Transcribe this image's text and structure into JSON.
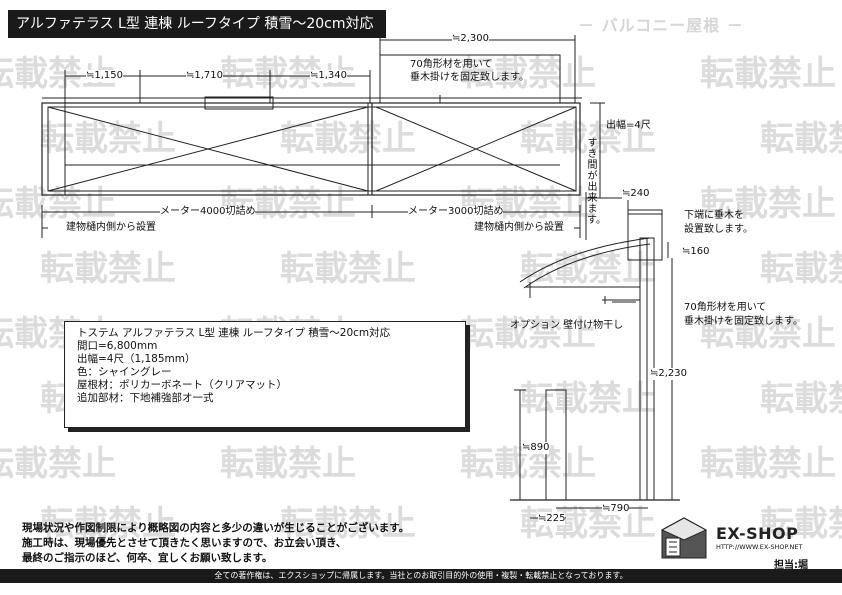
{
  "header": {
    "title": "アルファテラス L型 連棟 ルーフタイプ 積雪〜20cm対応",
    "section": "－ バルコニー屋根 －"
  },
  "watermark": {
    "text": "転載禁止"
  },
  "plan": {
    "dims": {
      "width_top": "≒2,300",
      "a": "≒1,150",
      "b": "≒1,710",
      "c": "≒1,340",
      "depth": "出幅=4尺",
      "gap": "≒240"
    },
    "note_top": [
      "70角形材を用いて",
      "垂木掛けを固定致します。"
    ],
    "gap_note": "すき間が出来ます。",
    "meter_left": "メーター4000切詰め",
    "meter_right": "メーター3000切詰め",
    "install_left": "建物樋内側から設置",
    "install_right": "建物樋内側から設置"
  },
  "side": {
    "note_top": [
      "下端に垂木を",
      "設置致します。"
    ],
    "dim_160": "≒160",
    "note_70": [
      "70角形材を用いて",
      "垂木掛けを固定致します。"
    ],
    "option": "オプション 壁付け物干し",
    "dim_2230": "≒2,230",
    "dim_890": "≒890",
    "dim_790": "≒790",
    "dim_225": "≒225"
  },
  "spec": {
    "lines": [
      "トステム アルファテラス L型 連棟 ルーフタイプ 積雪〜20cm対応",
      "間口=6,800mm",
      "出幅=4尺（1,185mm）",
      "色：シャイングレー",
      "屋根材：ポリカーボネート（クリアマット）",
      "追加部材：下地補強部オ一式"
    ]
  },
  "notes": [
    "現場状況や作図制限により概略図の内容と多少の違いが生じることがございます。",
    "施工時は、現場優先とさせて頂きたく思いますので、お立会い頂き、",
    "最終のご指示のほど、何卒、宜しくお願い致します。"
  ],
  "brand": {
    "name": "EX-SHOP",
    "url": "HTTP://WWW.EX-SHOP.NET",
    "staff": "担当:堀"
  },
  "footer": "全ての著作権は、エクスショップに帰属します。当社とのお取引目的外の使用・複製・転載禁止となっております。"
}
